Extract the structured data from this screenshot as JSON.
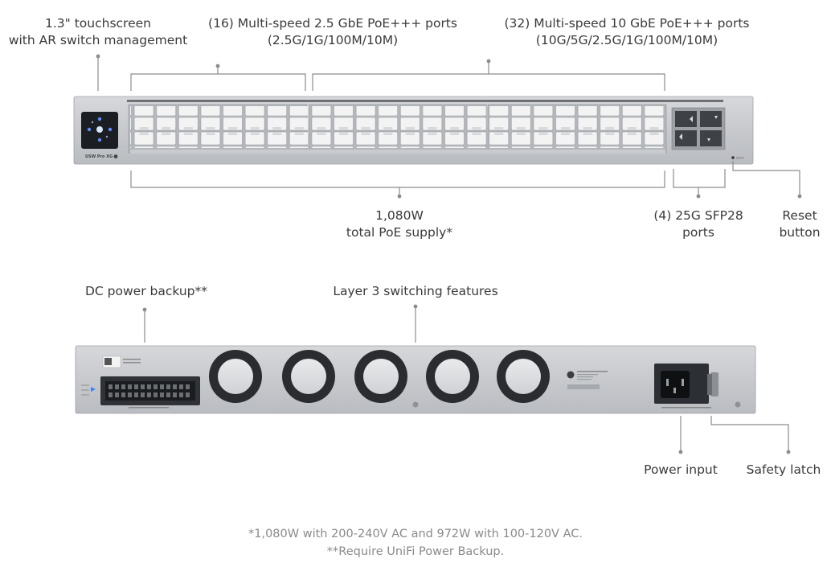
{
  "labels": {
    "touchscreen": [
      "1.3\" touchscreen",
      "with AR switch management"
    ],
    "ports_25g": [
      "(16) Multi-speed 2.5 GbE PoE+++ ports",
      "(2.5G/1G/100M/10M)"
    ],
    "ports_10g": [
      "(32) Multi-speed 10 GbE PoE+++ ports",
      "(10G/5G/2.5G/1G/100M/10M)"
    ],
    "poe_supply": [
      "1,080W",
      "total PoE supply*"
    ],
    "sfp28": [
      "(4) 25G SFP28",
      "ports"
    ],
    "reset": [
      "Reset",
      "button"
    ],
    "dc_backup": "DC power backup**",
    "layer3": "Layer 3 switching features",
    "power_input": "Power input",
    "safety_latch": "Safety latch"
  },
  "footnotes": [
    "*1,080W with 200-240V AC and 972W with 100-120V AC.",
    "**Require UniFi Power Backup."
  ],
  "device": {
    "front_brand": "USW Pro XG",
    "reset_text": "RESET"
  },
  "colors": {
    "chassis": "#c9cbcf",
    "chassis_dark": "#a9acb1",
    "screen": "#1a1d22",
    "leader": "#8c8c8c"
  }
}
